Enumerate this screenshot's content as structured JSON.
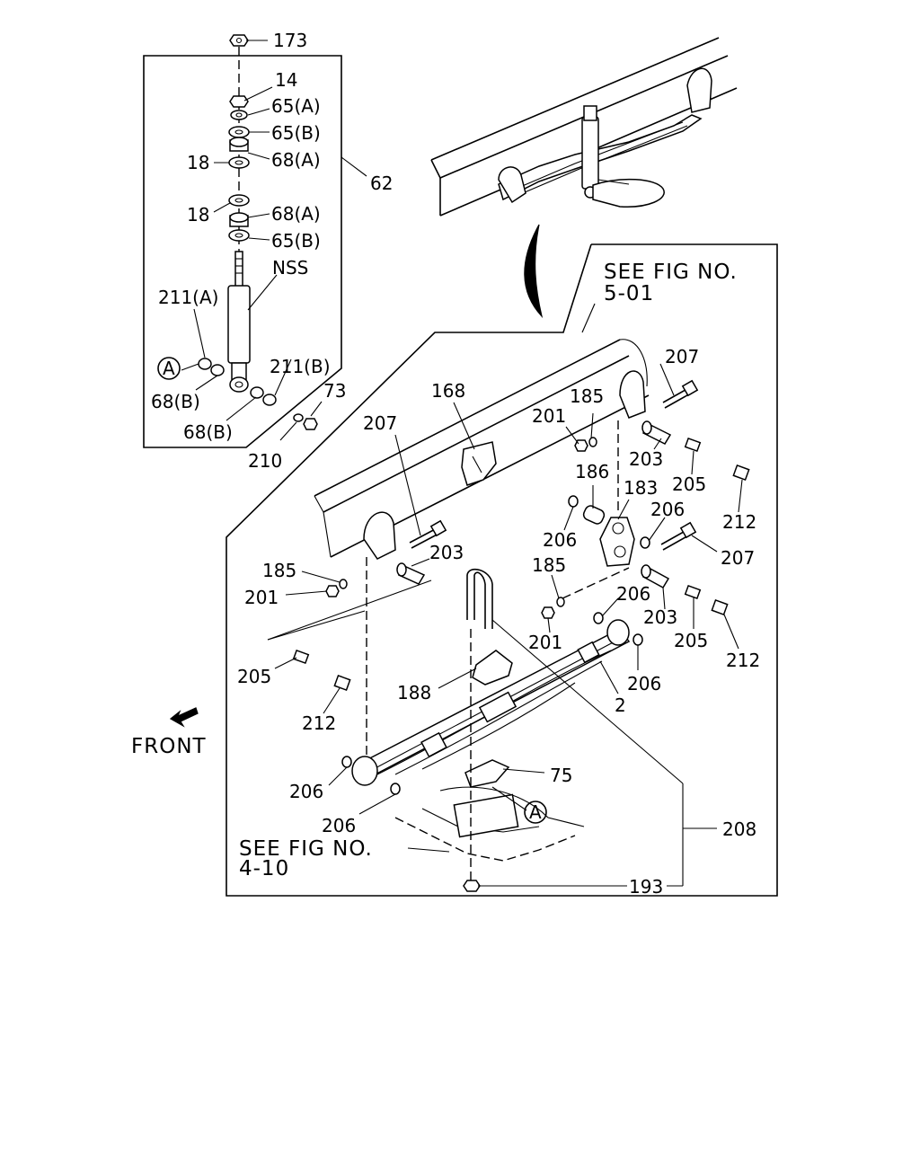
{
  "callouts": {
    "c173": "173",
    "c14": "14",
    "c65a_1": "65(A)",
    "c65b_1": "65(B)",
    "c18_1": "18",
    "c68a_1": "68(A)",
    "c62": "62",
    "c18_2": "18",
    "c68a_2": "68(A)",
    "c65b_2": "65(B)",
    "nss": "NSS",
    "c211a": "211(A)",
    "c211b": "211(B)",
    "c68b_1": "68(B)",
    "c68b_2": "68(B)",
    "c73": "73",
    "c210": "210",
    "marker_a_top": "A",
    "marker_a_bottom": "A",
    "c207_tr": "207",
    "c185_t": "185",
    "c201_t": "201",
    "c168": "168",
    "c203_t": "203",
    "c205_t": "205",
    "c212_t": "212",
    "c186": "186",
    "c183": "183",
    "c206_a": "206",
    "c206_b": "206",
    "c207_mr": "207",
    "c185_m": "185",
    "c206_c": "206",
    "c203_m": "203",
    "c205_m": "205",
    "c212_m": "212",
    "c201_m": "201",
    "c206_d": "206",
    "c2": "2",
    "c207_l": "207",
    "c203_l": "203",
    "c185_l": "185",
    "c201_l": "201",
    "c205_l": "205",
    "c212_l": "212",
    "c188": "188",
    "c75": "75",
    "c206_e": "206",
    "c206_f": "206",
    "c208": "208",
    "c193": "193"
  },
  "references": {
    "fig_5_01_line1": "SEE FIG NO.",
    "fig_5_01_line2": "5-01",
    "fig_4_10_line1": "SEE FIG NO.",
    "fig_4_10_line2": "4-10"
  },
  "front_label": "FRONT"
}
